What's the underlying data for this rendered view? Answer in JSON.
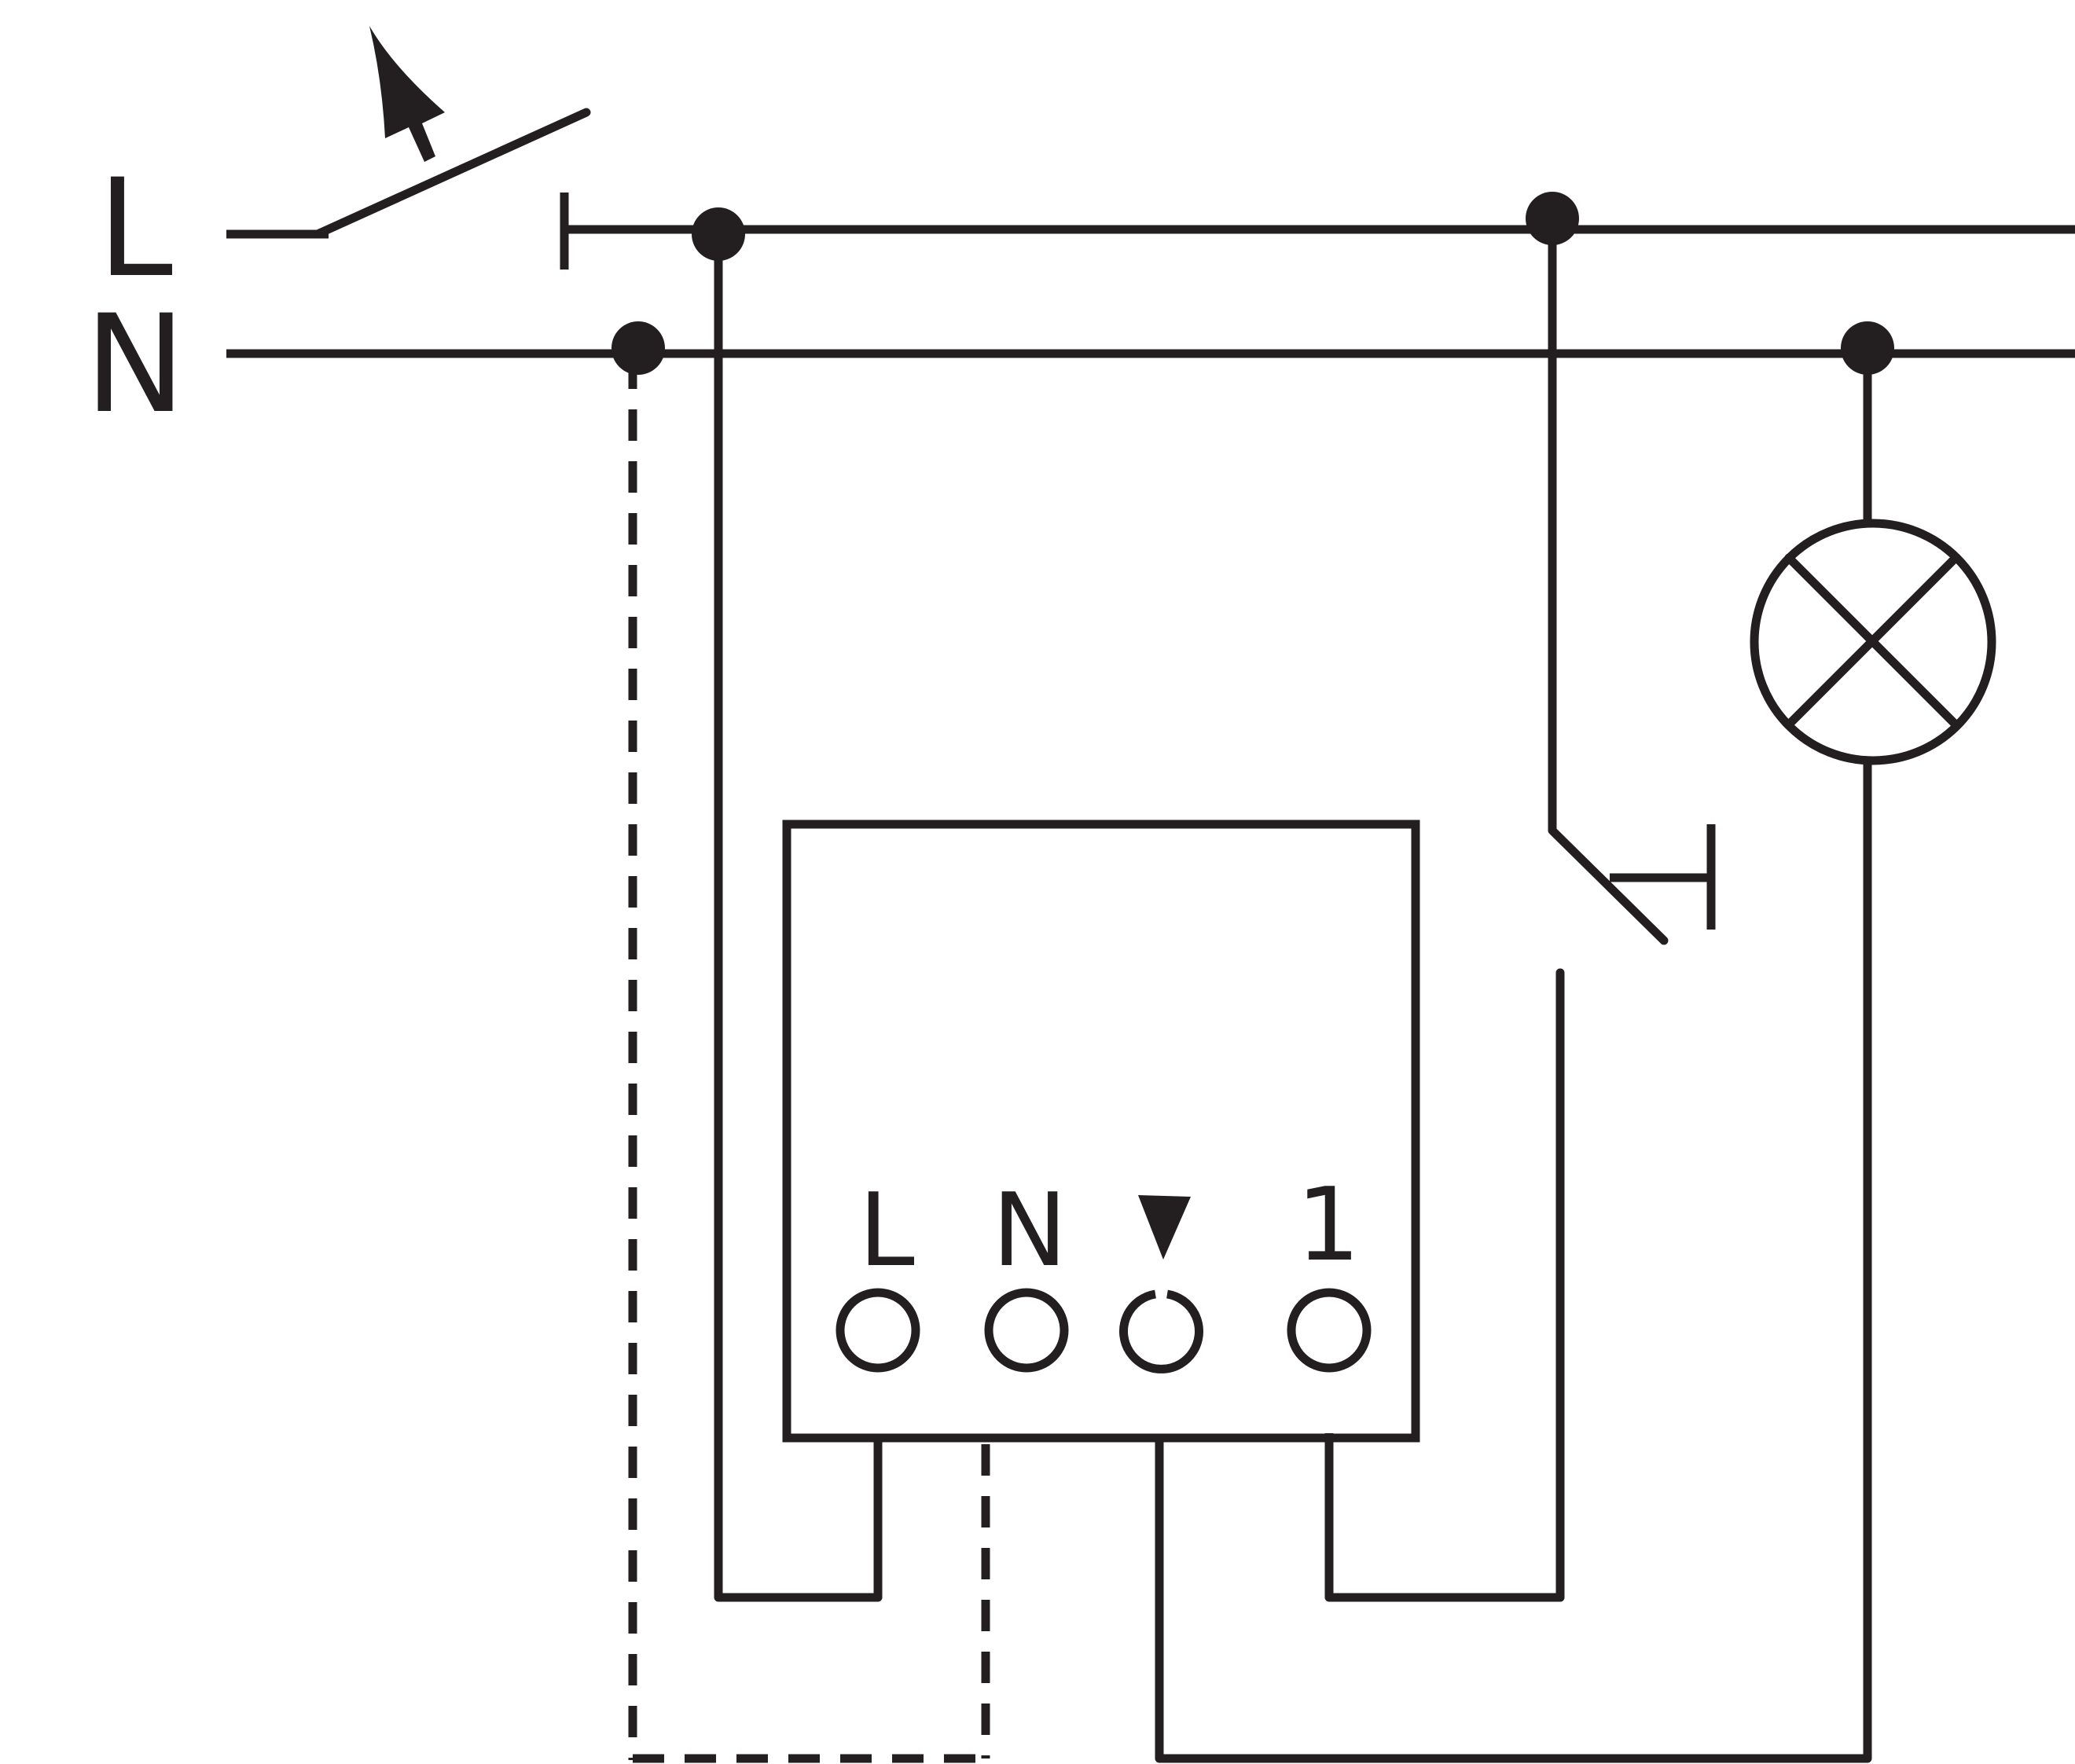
{
  "diagram": {
    "supply": {
      "line_label": "L",
      "neutral_label": "N"
    },
    "device": {
      "terminal_labels": {
        "line": "L",
        "neutral": "N",
        "output": "1"
      },
      "sensor_input_symbol": "triangle-down-icon"
    },
    "symbols": {
      "main_switch": "manual-switch-icon",
      "pushbutton_top": "pushbutton-icon",
      "pushbutton_right": "pushbutton-nc-icon",
      "lamp": "lamp-icon"
    },
    "colors": {
      "ink": "#231f20",
      "background": "#ffffff"
    }
  }
}
